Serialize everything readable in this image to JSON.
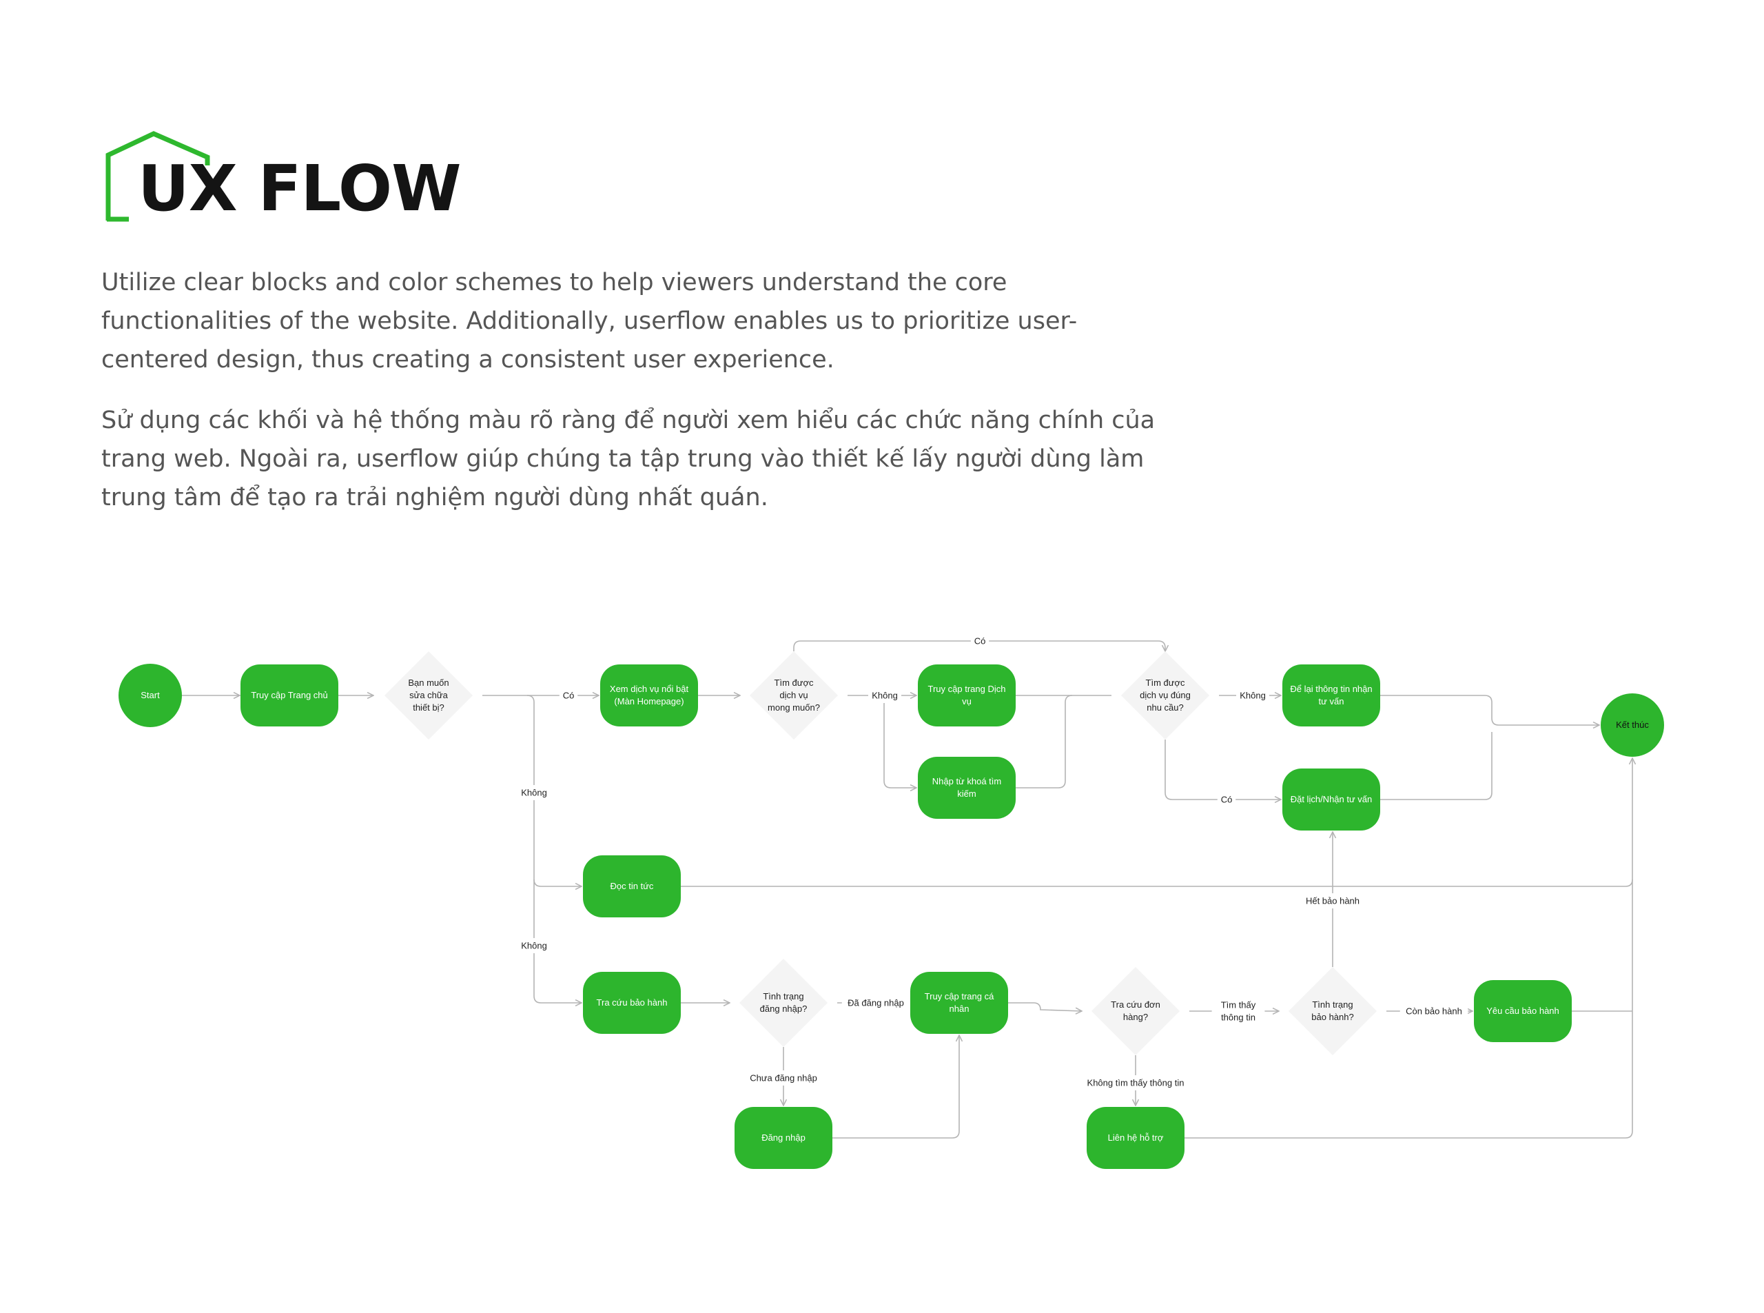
{
  "header": {
    "title": "UX FLOW",
    "brand_color": "#2eb82e",
    "logo_icon": "house-outline-icon"
  },
  "intro": {
    "english": "Utilize clear blocks and color schemes to help viewers understand the core functionalities of the website. Additionally, userflow enables us to prioritize user-centered design, thus creating a consistent user experience.",
    "vietnamese": "Sử dụng các khối và hệ thống màu rõ ràng để người xem hiểu các chức năng chính của trang web. Ngoài ra, userflow giúp chúng ta tập trung vào thiết kế lấy người dùng làm trung tâm để tạo ra trải nghiệm người dùng nhất quán."
  },
  "diagram": {
    "colors": {
      "node": "#2db52d",
      "decision": "#f4f4f4",
      "edge": "#b4b4b4"
    },
    "nodes": {
      "start": {
        "kind": "circle",
        "lines": [
          "Start"
        ]
      },
      "home": {
        "kind": "process",
        "lines": [
          "Truy cập Trang chủ"
        ]
      },
      "q_repair": {
        "kind": "decision",
        "lines": [
          "Bạn muốn",
          "sửa chữa",
          "thiết bị?"
        ]
      },
      "featured": {
        "kind": "process",
        "lines": [
          "Xem dịch vụ nổi bật",
          "(Màn Homepage)"
        ]
      },
      "q_found_service": {
        "kind": "decision",
        "lines": [
          "Tìm được",
          "dịch vụ",
          "mong muốn?"
        ]
      },
      "service_page": {
        "kind": "process",
        "lines": [
          "Truy cập trang Dịch",
          "vụ"
        ]
      },
      "search": {
        "kind": "process",
        "lines": [
          "Nhập từ khoá tìm",
          "kiếm"
        ]
      },
      "q_found_need": {
        "kind": "decision",
        "lines": [
          "Tìm được",
          "dịch vụ đúng",
          "nhu cầu?"
        ]
      },
      "leave_info": {
        "kind": "process",
        "lines": [
          "Để lại thông tin nhận",
          "tư vấn"
        ]
      },
      "book": {
        "kind": "process",
        "lines": [
          "Đặt lịch/Nhận tư vấn"
        ]
      },
      "end": {
        "kind": "circle",
        "lines": [
          "Kết thúc"
        ]
      },
      "news": {
        "kind": "process",
        "lines": [
          "Đọc tin tức"
        ]
      },
      "warranty_lookup": {
        "kind": "process",
        "lines": [
          "Tra cứu bảo hành"
        ]
      },
      "q_login": {
        "kind": "decision",
        "lines": [
          "Tình trạng",
          "đăng nhập?"
        ]
      },
      "personal": {
        "kind": "process",
        "lines": [
          "Truy cập trang cá",
          "nhân"
        ]
      },
      "login": {
        "kind": "process",
        "lines": [
          "Đăng nhập"
        ]
      },
      "q_order": {
        "kind": "decision",
        "lines": [
          "Tra cứu đơn",
          "hàng?"
        ]
      },
      "q_warranty": {
        "kind": "decision",
        "lines": [
          "Tình trạng",
          "bảo hành?"
        ]
      },
      "request_warranty": {
        "kind": "process",
        "lines": [
          "Yêu cầu bảo hành"
        ]
      },
      "contact": {
        "kind": "process",
        "lines": [
          "Liên hệ hỗ trợ"
        ]
      }
    },
    "edge_labels": {
      "co_top": "Có",
      "co_featured": "Có",
      "khong_service": "Không",
      "khong_leave": "Không",
      "co_book": "Có",
      "khong_news": "Không",
      "khong_warranty": "Không",
      "logged_in": "Đã đăng nhập",
      "not_logged_in": "Chưa đăng nhập",
      "found_info": "Tìm thấy\nthông tin",
      "not_found_info": "Không tìm thấy thông tin",
      "in_warranty": "Còn bảo hành",
      "out_warranty": "Hết bảo hành"
    }
  }
}
